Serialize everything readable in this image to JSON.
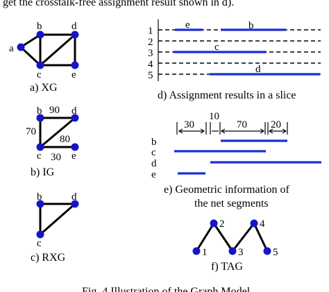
{
  "header": {
    "text": "get the crosstalk-free assignment result shown in d)."
  },
  "panel_a": {
    "caption": "a) XG",
    "nodes": {
      "a": "a",
      "b": "b",
      "c": "c",
      "d": "d",
      "e": "e"
    }
  },
  "panel_b": {
    "caption": "b) IG",
    "nodes": {
      "b": "b",
      "c": "c",
      "d": "d",
      "e": "e"
    },
    "weights": {
      "bd": "90",
      "bc": "70",
      "cd": "80",
      "ce": "30"
    }
  },
  "panel_c": {
    "caption": "c) RXG",
    "nodes": {
      "b": "b",
      "c": "c",
      "d": "d"
    }
  },
  "panel_d": {
    "caption": "d) Assignment results in a slice",
    "tracks": [
      "1",
      "2",
      "3",
      "4",
      "5"
    ],
    "seg_labels": {
      "e": "e",
      "b": "b",
      "c": "c",
      "d": "d"
    }
  },
  "panel_e": {
    "caption_line1": "e) Geometric information of",
    "caption_line2": "the net segments",
    "dims": {
      "d30": "30",
      "d10": "10",
      "d70": "70",
      "d20": "20"
    },
    "rows": [
      "b",
      "c",
      "d",
      "e"
    ]
  },
  "panel_f": {
    "caption": "f) TAG",
    "nodes": [
      "1",
      "2",
      "3",
      "4",
      "5"
    ]
  },
  "footer": {
    "text": "Fig. 4 Illustration of the Graph Model"
  },
  "colors": {
    "node": "#1515c8",
    "segment": "#1a2fd6",
    "edge": "#000000"
  }
}
